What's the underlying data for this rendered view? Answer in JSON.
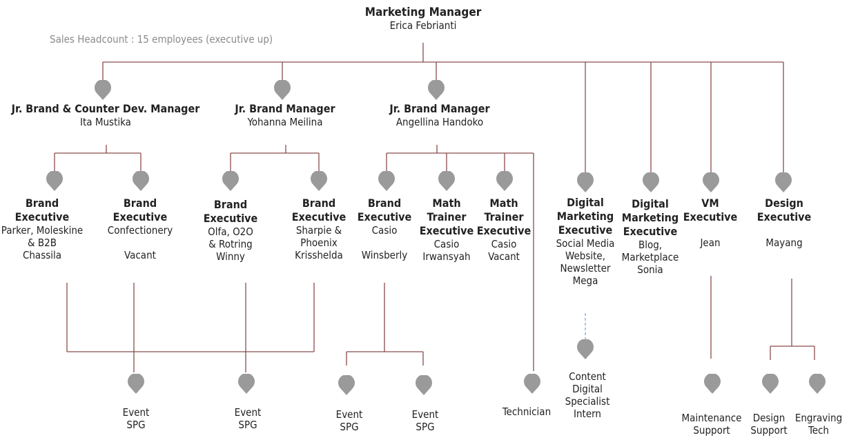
{
  "header": {
    "title": "Marketing Manager",
    "name": "Erica Febrianti"
  },
  "headcount_note": "Sales Headcount : 15 employees (executive up)",
  "managers": [
    {
      "id": "m1",
      "title": "Jr. Brand & Counter Dev. Manager",
      "name": "Ita Mustika"
    },
    {
      "id": "m2",
      "title": "Jr. Brand Manager",
      "name": "Yohanna Meilina"
    },
    {
      "id": "m3",
      "title": "Jr. Brand Manager",
      "name": "Angellina Handoko"
    }
  ],
  "executives": [
    {
      "id": "e1",
      "title": [
        "Brand",
        "Executive"
      ],
      "desc": [
        "Parker, Moleskine",
        "& B2B",
        "Chassila"
      ]
    },
    {
      "id": "e2",
      "title": [
        "Brand",
        "Executive"
      ],
      "desc": [
        "Confectionery",
        "",
        "Vacant"
      ]
    },
    {
      "id": "e3",
      "title": [
        "Brand",
        "Executive"
      ],
      "desc": [
        "Olfa, O2O",
        "& Rotring",
        "Winny"
      ]
    },
    {
      "id": "e4",
      "title": [
        "Brand",
        "Executive"
      ],
      "desc": [
        "Sharpie &",
        "Phoenix",
        "Krisshelda"
      ]
    },
    {
      "id": "e5",
      "title": [
        "Brand",
        "Executive"
      ],
      "desc": [
        "Casio",
        "",
        "Winsberly"
      ]
    },
    {
      "id": "e6",
      "title": [
        "Math",
        "Trainer",
        "Executive"
      ],
      "desc": [
        "Casio",
        "Irwansyah"
      ]
    },
    {
      "id": "e7",
      "title": [
        "Math",
        "Trainer",
        "Executive"
      ],
      "desc": [
        "Casio",
        "Vacant"
      ]
    },
    {
      "id": "e8",
      "title": [
        "Digital",
        "Marketing",
        "Executive"
      ],
      "desc": [
        "Social Media",
        "Website,",
        "Newsletter",
        "Mega"
      ]
    },
    {
      "id": "e9",
      "title": [
        "Digital",
        "Marketing",
        "Executive"
      ],
      "desc": [
        "Blog,",
        "Marketplace",
        "Sonia"
      ]
    },
    {
      "id": "e10",
      "title": [
        "VM",
        "Executive"
      ],
      "desc": [
        "",
        "Jean"
      ]
    },
    {
      "id": "e11",
      "title": [
        "Design",
        "Executive"
      ],
      "desc": [
        "",
        "Mayang"
      ]
    }
  ],
  "support": [
    {
      "id": "s1",
      "label": [
        "Event",
        "SPG"
      ]
    },
    {
      "id": "s2",
      "label": [
        "Event",
        "SPG"
      ]
    },
    {
      "id": "s3",
      "label": [
        "Event",
        "SPG"
      ]
    },
    {
      "id": "s4",
      "label": [
        "Event",
        "SPG"
      ]
    },
    {
      "id": "s5",
      "label": [
        "Technician"
      ]
    },
    {
      "id": "s6",
      "label": [
        "Content",
        "Digital",
        "Specialist",
        "Intern"
      ]
    },
    {
      "id": "s7",
      "label": [
        "Maintenance",
        "Support"
      ]
    },
    {
      "id": "s8",
      "label": [
        "Design",
        "Support"
      ]
    },
    {
      "id": "s9",
      "label": [
        "Engraving",
        "Tech"
      ]
    }
  ],
  "colors": {
    "connector": "#8b4a4a",
    "pin": "#9a9a9a",
    "dashed_link": "#7aa8d8",
    "note": "#8a8a8a"
  }
}
